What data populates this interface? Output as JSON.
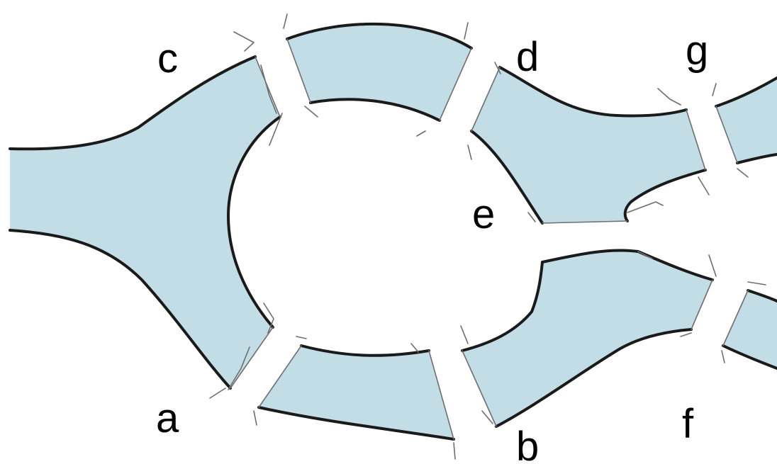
{
  "labels": {
    "a": "a",
    "b": "b",
    "c": "c",
    "d": "d",
    "e": "e",
    "f": "f",
    "g": "g"
  },
  "colors": {
    "region_fill": "#c3dde7",
    "boundary": "#1a1a1a",
    "cut_marks": "#6e6e6e"
  }
}
